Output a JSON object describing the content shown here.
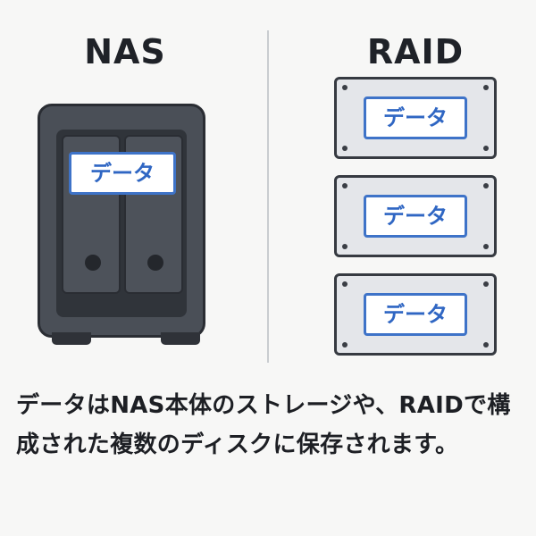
{
  "headings": {
    "nas": "NAS",
    "raid": "RAID"
  },
  "nas": {
    "label": "データ"
  },
  "raid": {
    "drives": [
      {
        "label": "データ"
      },
      {
        "label": "データ"
      },
      {
        "label": "データ"
      }
    ]
  },
  "caption": "データはNAS本体のストレージや、RAIDで構成された複数のディスクに保存されます。",
  "colors": {
    "label_border": "#3e73c8",
    "label_text": "#2f66c3",
    "nas_body": "#4a4f57",
    "drive_body": "#e4e6ea"
  }
}
